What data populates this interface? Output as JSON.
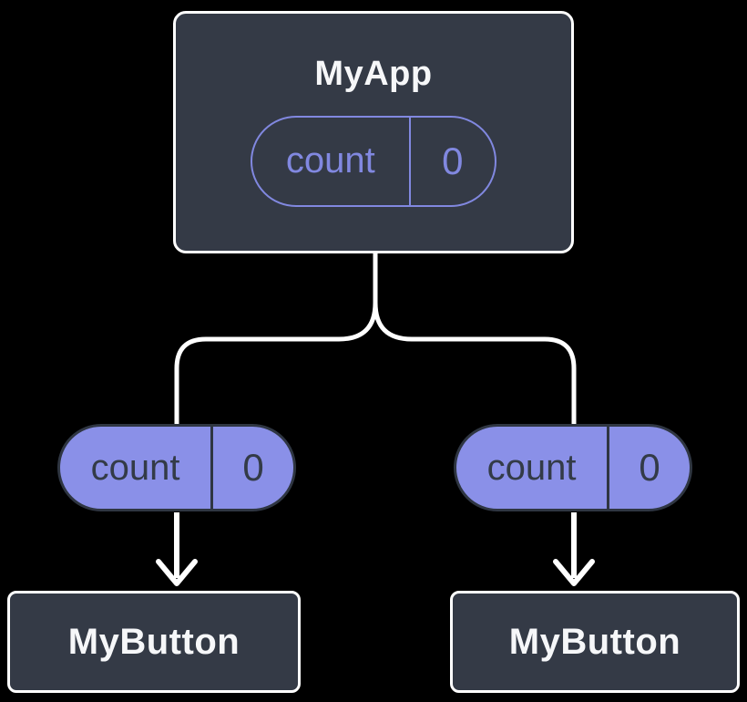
{
  "diagram": {
    "root": {
      "title": "MyApp",
      "state": {
        "name": "count",
        "value": "0"
      }
    },
    "children": [
      {
        "title": "MyButton",
        "state": {
          "name": "count",
          "value": "0"
        }
      },
      {
        "title": "MyButton",
        "state": {
          "name": "count",
          "value": "0"
        }
      }
    ]
  },
  "colors": {
    "canvas": "#000000",
    "card_bg": "#343a46",
    "card_border": "#ffffff",
    "text_light": "#f6f7f9",
    "pill_outline": "#8188e0",
    "pill_fill": "#8a90e8",
    "pill_border": "#2f3642",
    "pill_text": "#333b47",
    "connector": "#ffffff"
  }
}
